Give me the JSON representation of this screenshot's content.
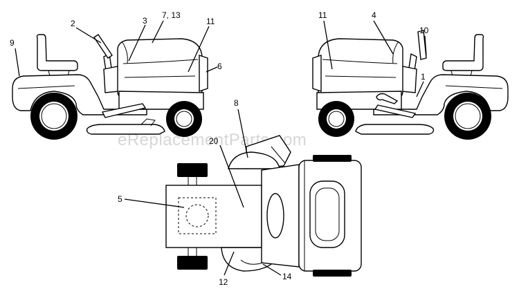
{
  "watermark": "eReplacementParts.com",
  "callouts": {
    "c9": "9",
    "c2": "2",
    "c3": "3",
    "c7_13": "7, 13",
    "c11_left": "11",
    "c6": "6",
    "c11_right": "11",
    "c4": "4",
    "c10": "10",
    "c1": "1",
    "c8": "8",
    "c20": "20",
    "c5": "5",
    "c12": "12",
    "c14": "14"
  }
}
